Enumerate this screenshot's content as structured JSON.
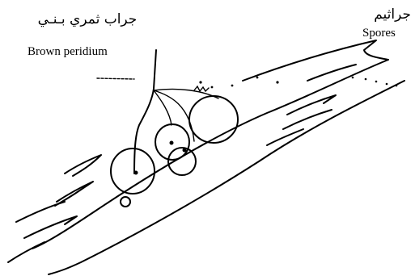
{
  "labels": {
    "peridium_arabic": "جراب ثمري بـنـي",
    "peridium_english": "Brown peridium",
    "spores_arabic": "جراثيم",
    "spores_english": "Spores"
  },
  "icons": [
    "wood-branch-drawing",
    "sporangium-drawing"
  ]
}
